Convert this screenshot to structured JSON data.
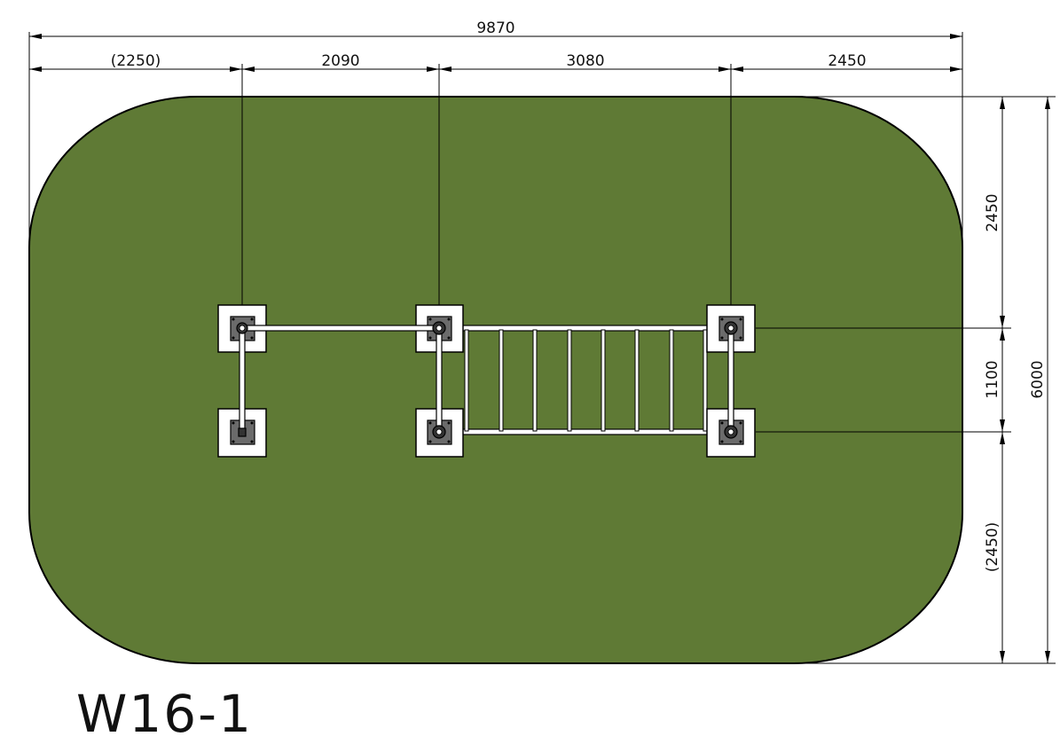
{
  "drawing_title": "W16-1",
  "colors": {
    "surface": "#5f7a35",
    "outline": "#000000",
    "pad": "#ffffff",
    "base_plate": "#6b6b6b",
    "post_dark": "#333333"
  },
  "dimensions": {
    "top_total": "9870",
    "top_segments": [
      "(2250)",
      "2090",
      "3080",
      "2450"
    ],
    "right_segments": [
      "2450",
      "1100",
      "(2450)"
    ],
    "right_total": "6000"
  }
}
